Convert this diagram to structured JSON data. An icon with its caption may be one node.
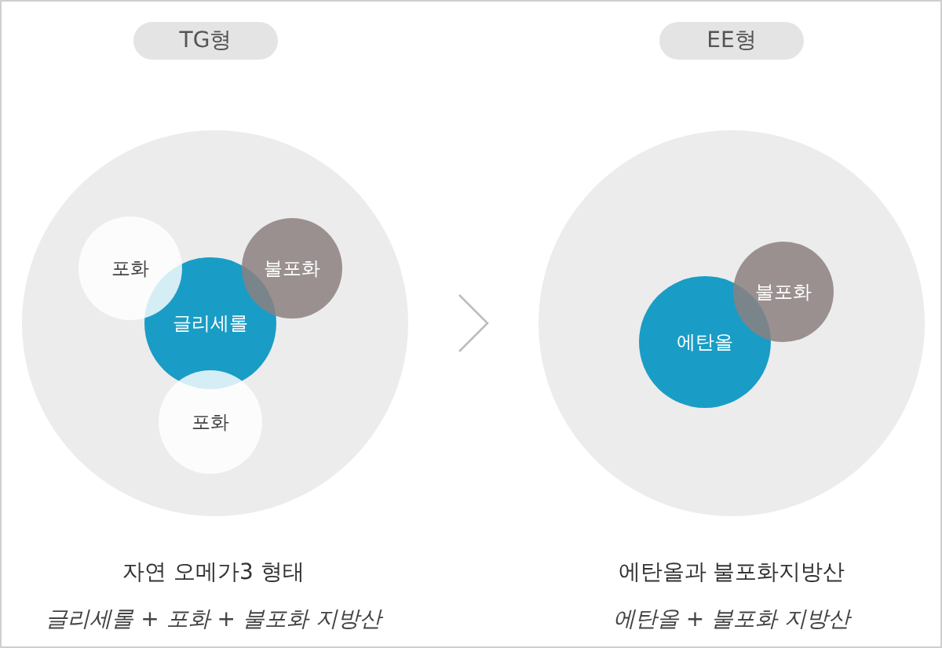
{
  "diagram": {
    "nodes": [
      {
        "text": [
          "TG형"
        ]
      },
      {
        "text": [],
        "shape": "circle"
      },
      {
        "text": [
          "포화"
        ],
        "in": 1
      },
      {
        "text": [
          "글리세롤"
        ],
        "in": 1
      },
      {
        "text": [
          "불포화"
        ],
        "in": 1
      },
      {
        "text": [
          "포화"
        ],
        "in": 1
      },
      {
        "text": [
          "EE형"
        ]
      },
      {
        "text": [],
        "shape": "circle"
      },
      {
        "text": [
          "에탄올"
        ],
        "in": 7
      },
      {
        "text": [
          "불포화"
        ],
        "in": 7
      }
    ],
    "edges": [
      {
        "from": 1,
        "to": 7,
        "arrow": "to"
      }
    ],
    "labels": [
      "자연 오메가3 형태",
      "에탄올과 불포화지방산",
      "글리세롤 + 포화 + 불포화 지방산",
      "에탄올 + 불포화 지방산"
    ]
  }
}
